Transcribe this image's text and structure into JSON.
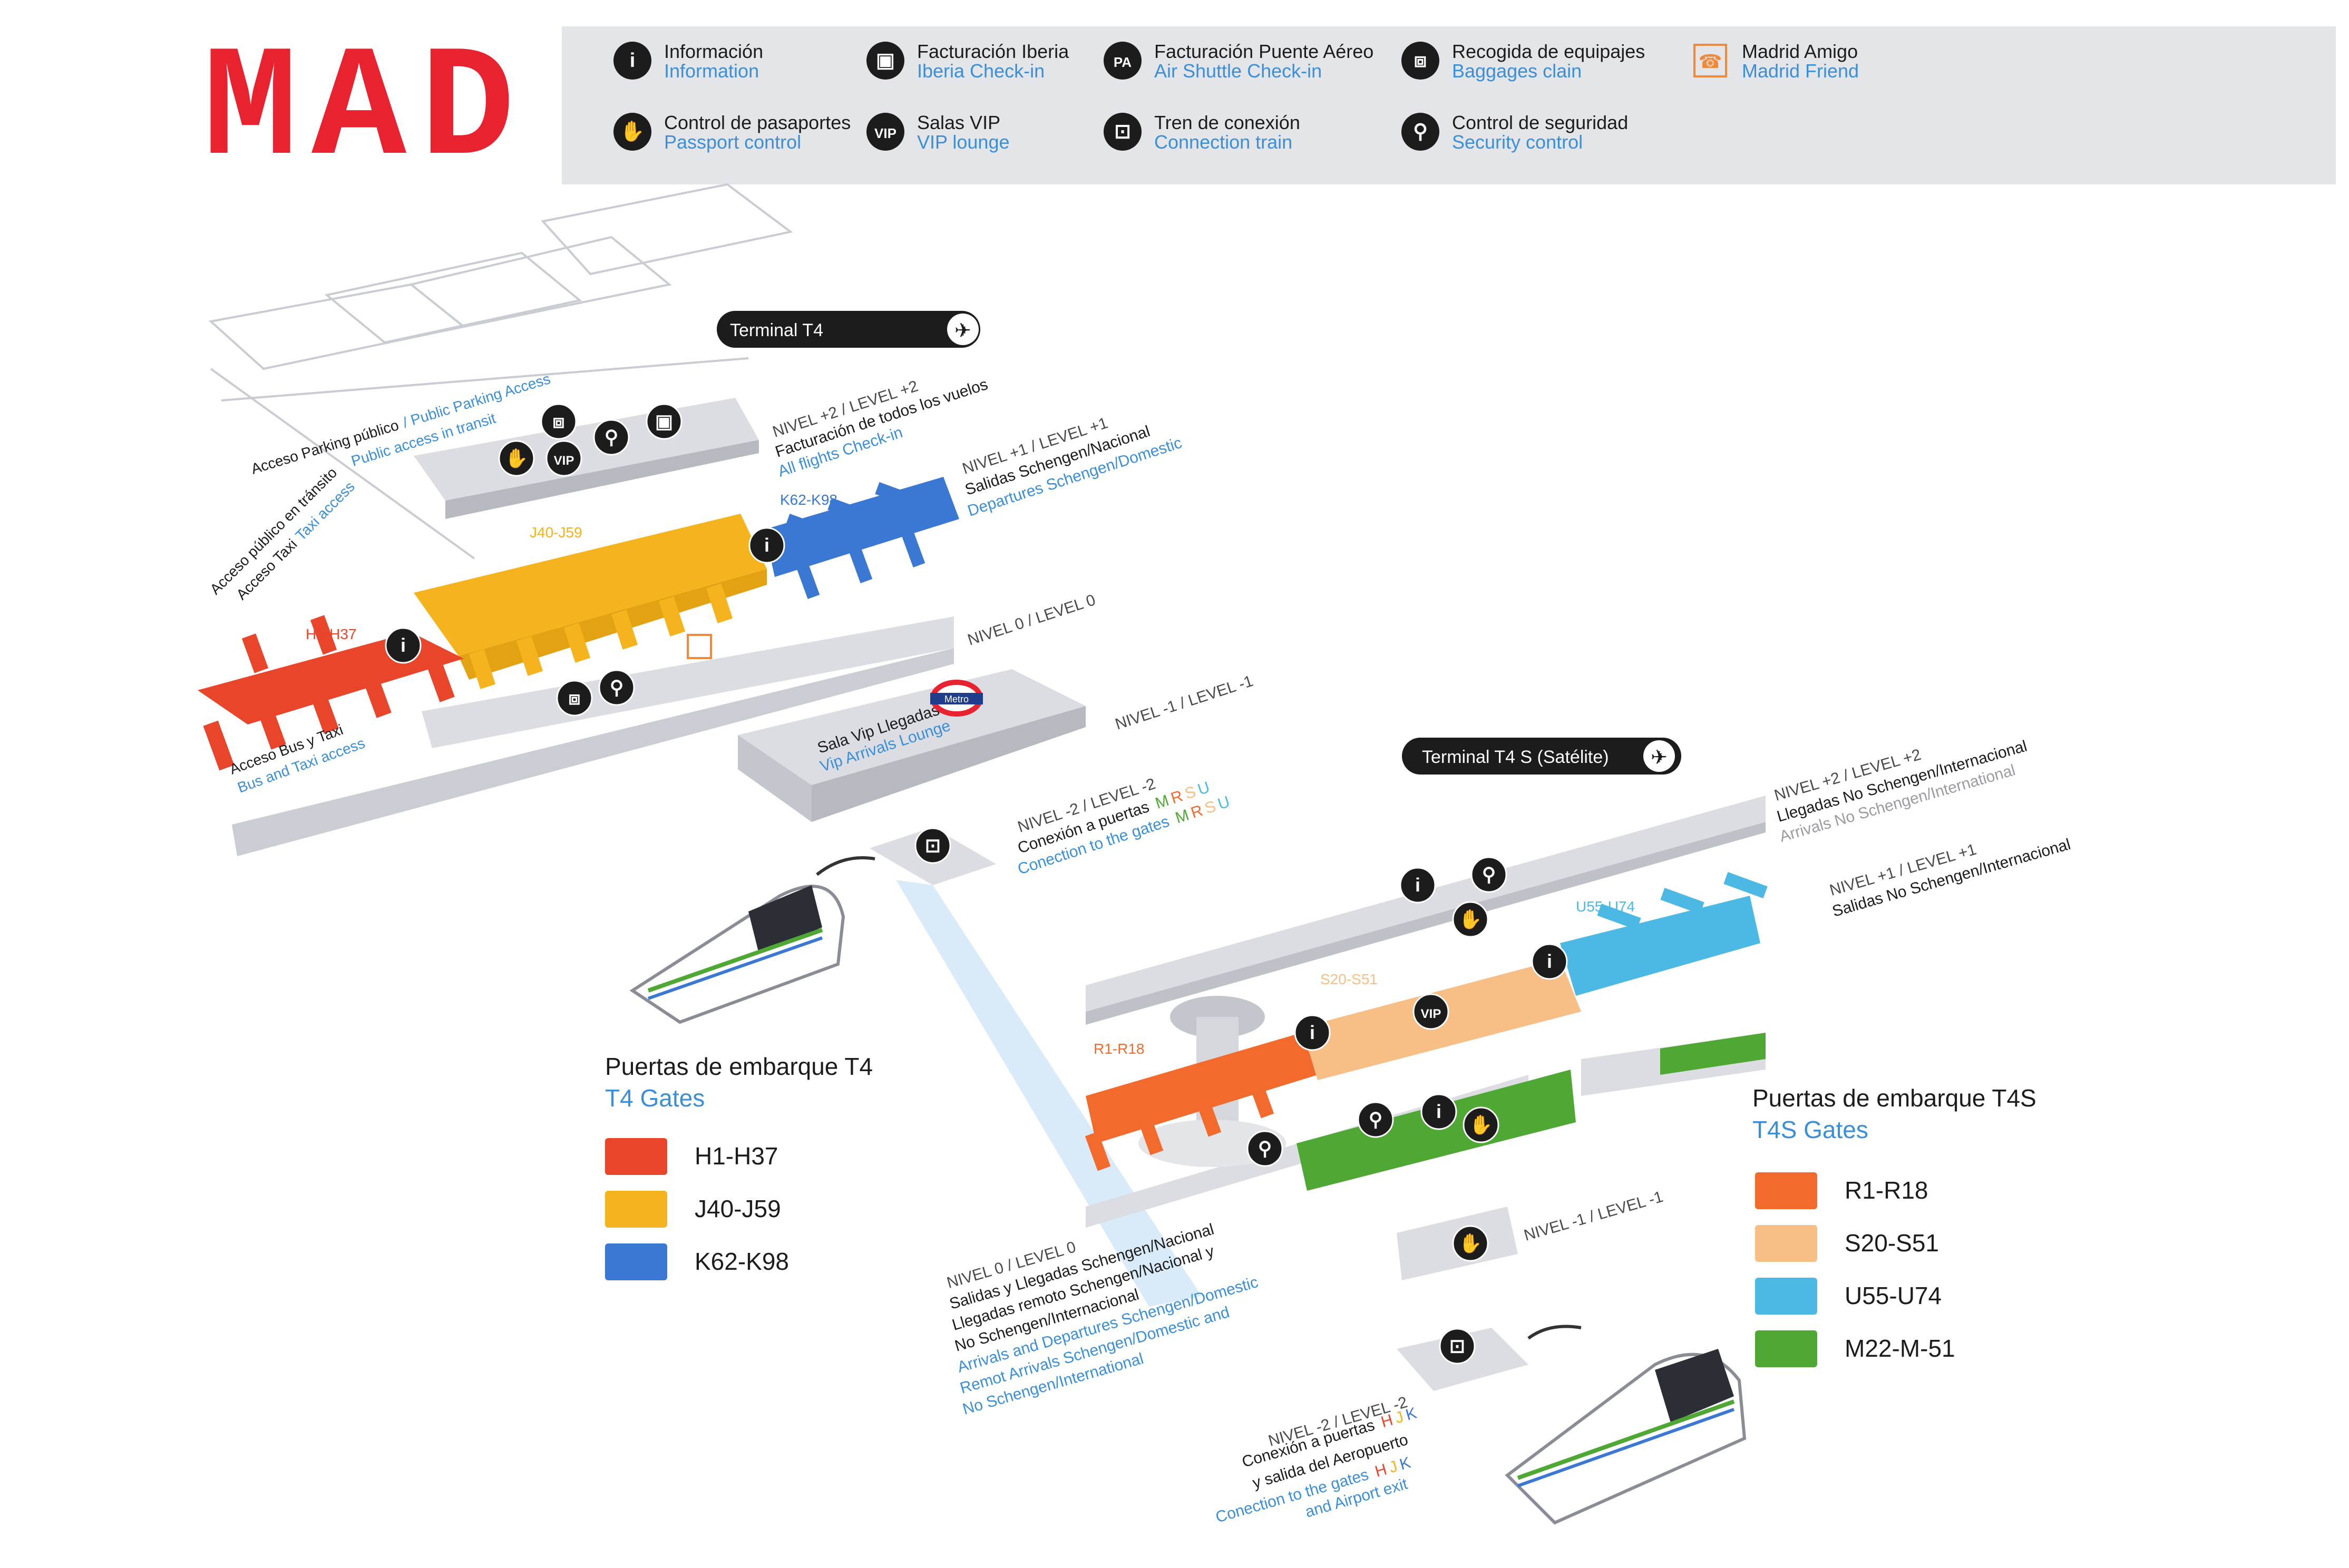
{
  "logo": "MAD",
  "legend": [
    {
      "icon": "info-icon",
      "symbol": "i",
      "label_es": "Información",
      "label_en": "Information"
    },
    {
      "icon": "iberia-checkin-icon",
      "symbol": "▣",
      "label_es": "Facturación Iberia",
      "label_en": "Iberia Check-in"
    },
    {
      "icon": "air-shuttle-checkin-icon",
      "symbol": "PA",
      "label_es": "Facturación Puente Aéreo",
      "label_en": "Air Shuttle Check-in"
    },
    {
      "icon": "baggage-claim-icon",
      "symbol": "⧈",
      "label_es": "Recogida de equipajes",
      "label_en": "Baggages clain"
    },
    {
      "icon": "madrid-friend-icon",
      "symbol": "☎",
      "label_es": "Madrid Amigo",
      "label_en": "Madrid Friend"
    },
    {
      "icon": "passport-control-icon",
      "symbol": "✋",
      "label_es": "Control de pasaportes",
      "label_en": "Passport control"
    },
    {
      "icon": "vip-lounge-icon",
      "symbol": "VIP",
      "label_es": "Salas VIP",
      "label_en": "VIP lounge"
    },
    {
      "icon": "connection-train-icon",
      "symbol": "⊡",
      "label_es": "Tren de conexión",
      "label_en": "Connection train"
    },
    {
      "icon": "security-control-icon",
      "symbol": "⚲",
      "label_es": "Control de seguridad",
      "label_en": "Security control"
    }
  ],
  "t4": {
    "badge": "Terminal T4",
    "access_parking_es": "Acceso Parking público",
    "access_parking_en": "/ Public Parking Access",
    "access_transit_es": "Acceso público en tránsito",
    "access_transit_en": "Public access in transit",
    "access_taxi_es": "Acceso Taxi",
    "access_taxi_en": "Taxi access",
    "access_bus_es": "Acceso Bus y Taxi",
    "access_bus_en": "Bus and Taxi access",
    "level_plus2_level": "NIVEL +2 / LEVEL +2",
    "level_plus2_es": "Facturación de todos los vuelos",
    "level_plus2_en": "All flights Check-in",
    "level_plus1_level": "NIVEL +1 / LEVEL +1",
    "level_plus1_es": "Salidas Schengen/Nacional",
    "level_plus1_en": "Departures Schengen/Domestic",
    "level_0": "NIVEL 0 / LEVEL 0",
    "level_minus1": "NIVEL -1 / LEVEL -1",
    "vip_arrivals_es": "Sala Vip Llegadas",
    "vip_arrivals_en": "Vip Arrivals Lounge",
    "metro": "Metro",
    "level_minus2_level": "NIVEL -2 / LEVEL -2",
    "level_minus2_es": "Conexión a puertas",
    "level_minus2_en": "Conection to the gates",
    "gate_letters": [
      "M",
      "R",
      "S",
      "U"
    ],
    "gates_title_es": "Puertas de embarque T4",
    "gates_title_en": "T4 Gates",
    "gates": [
      {
        "label": "H1-H37",
        "color": "#e8452a"
      },
      {
        "label": "J40-J59",
        "color": "#f5b41e"
      },
      {
        "label": "K62-K98",
        "color": "#3b78d4"
      }
    ]
  },
  "t4s": {
    "badge": "Terminal T4 S (Satélite)",
    "level_plus2_level": "NIVEL +2 / LEVEL +2",
    "level_plus2_es": "Llegadas No Schengen/Internacional",
    "level_plus2_en": "Arrivals No Schengen/International",
    "level_plus1_level": "NIVEL +1 / LEVEL +1",
    "level_plus1_es": "Salidas No Schengen/Internacional",
    "level_0_level": "NIVEL 0 / LEVEL 0",
    "level_0_es_1": "Salidas y Llegadas Schengen/Nacional",
    "level_0_es_2": "Llegadas remoto Schengen/Nacional y",
    "level_0_es_3": "No Schengen/Internacional",
    "level_0_en_1": "Arrivals and Departures Schengen/Domestic",
    "level_0_en_2": "Remot Arrivals Schengen/Domestic and",
    "level_0_en_3": "No Schengen/International",
    "level_minus1": "NIVEL -1 / LEVEL -1",
    "level_minus2_level": "NIVEL -2 / LEVEL -2",
    "level_minus2_es_1": "Conexión a puertas",
    "level_minus2_es_2": "y salida del Aeropuerto",
    "level_minus2_en_1": "Conection to the gates",
    "level_minus2_en_2": "and Airport exit",
    "gate_letters": [
      "H",
      "J",
      "K"
    ],
    "gates_title_es": "Puertas de embarque T4S",
    "gates_title_en": "T4S Gates",
    "gates": [
      {
        "label": "R1-R18",
        "color": "#f26a2c"
      },
      {
        "label": "S20-S51",
        "color": "#f7be86"
      },
      {
        "label": "U55-U74",
        "color": "#4cb8e4"
      },
      {
        "label": "M22-M-51",
        "color": "#4fa833"
      }
    ]
  },
  "colors": {
    "logo": "#e8232f",
    "label_blue": "#3a8fd8",
    "building": "#dcdde3",
    "legend_bg": "#e4e5e8",
    "icon_bg": "#1c1c1c",
    "gate_letter_colors": {
      "M": "#4fa833",
      "R": "#f26a2c",
      "S": "#f7be86",
      "U": "#4cb8e4",
      "H": "#e8452a",
      "J": "#f5b41e",
      "K": "#3b78d4"
    }
  }
}
